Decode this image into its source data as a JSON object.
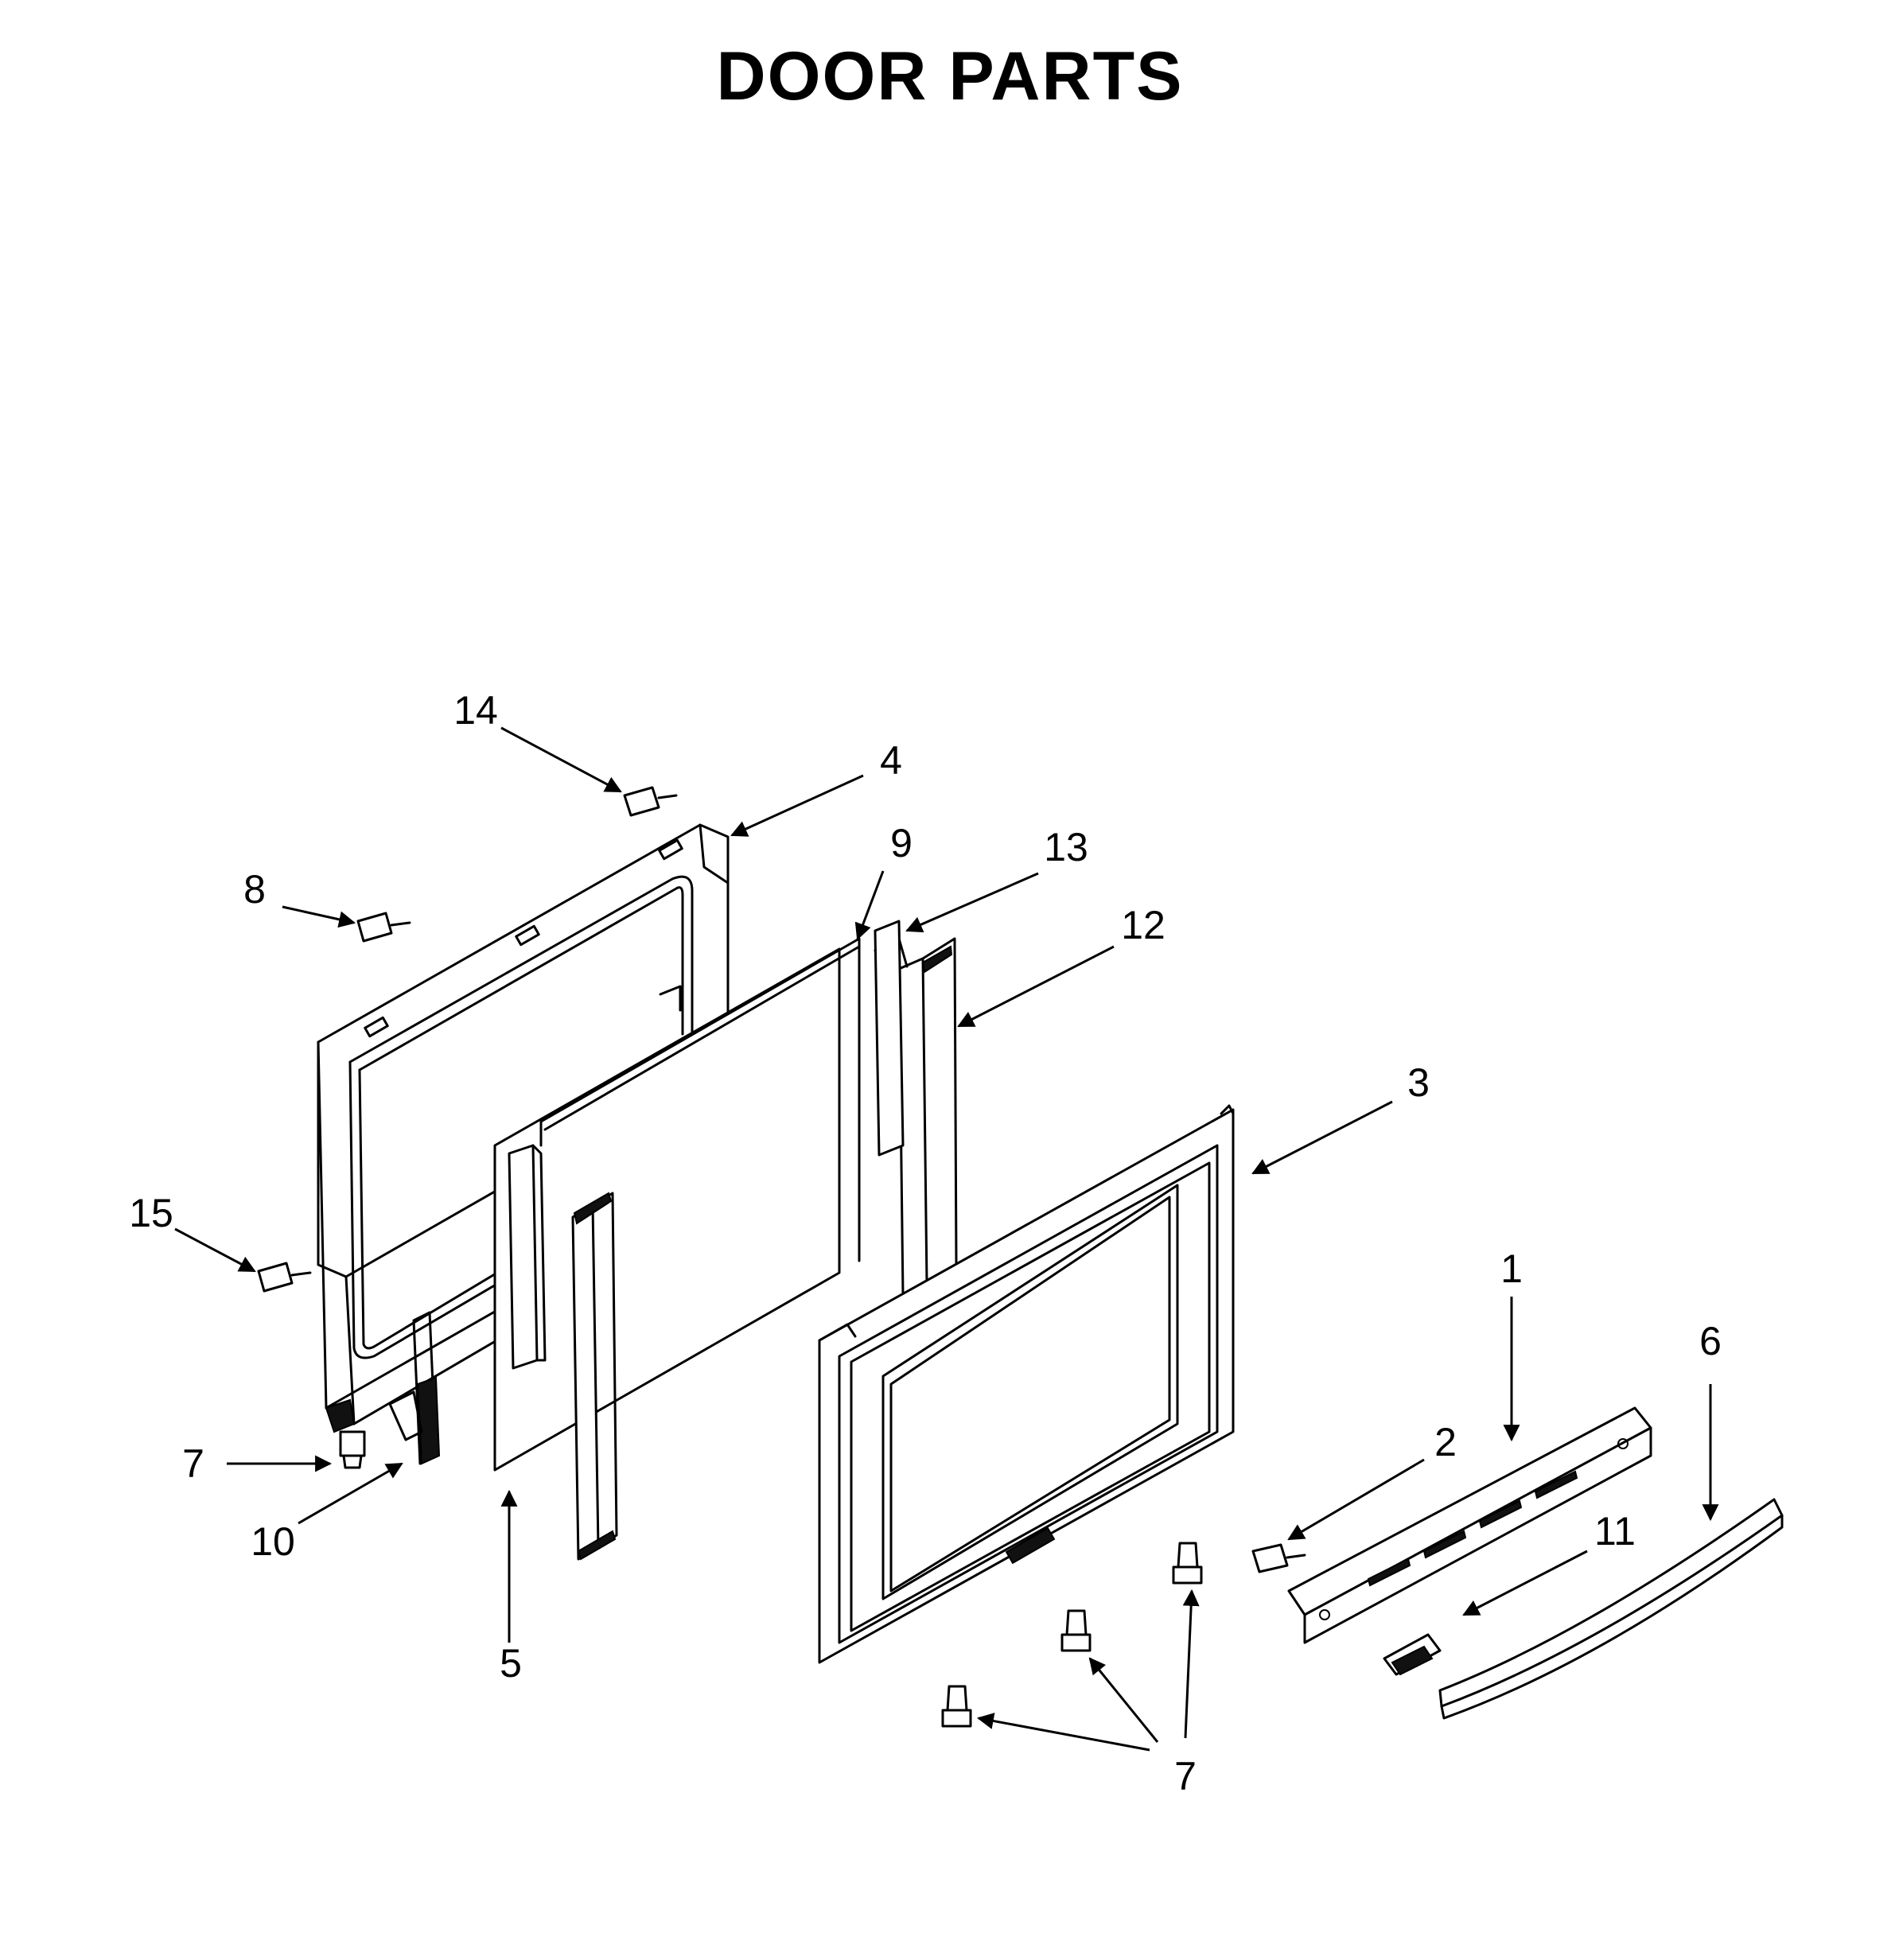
{
  "title": "DOOR PARTS",
  "callouts": {
    "c1": "1",
    "c2": "2",
    "c3": "3",
    "c4": "4",
    "c5": "5",
    "c6": "6",
    "c7a": "7",
    "c7b": "7",
    "c8": "8",
    "c9": "9",
    "c10": "10",
    "c11": "11",
    "c12": "12",
    "c13": "13",
    "c14": "14",
    "c15": "15"
  },
  "colors": {
    "line": "#000000",
    "background": "#ffffff"
  }
}
